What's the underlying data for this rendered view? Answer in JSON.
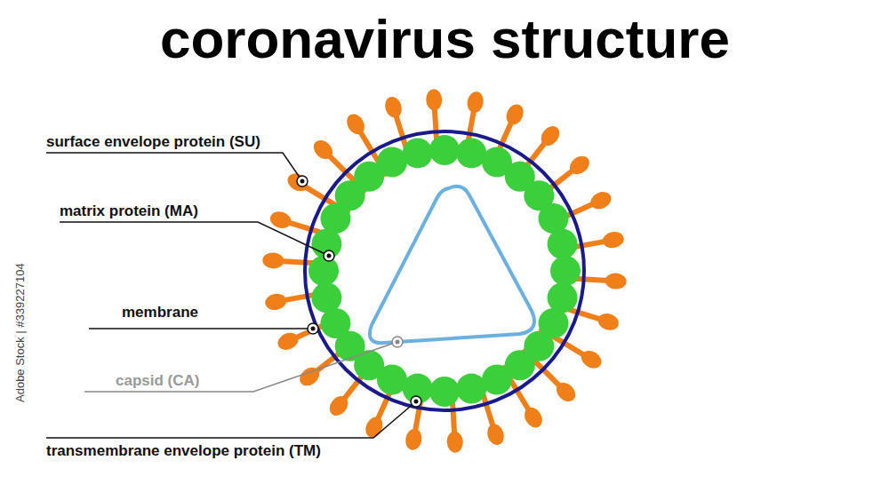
{
  "diagram": {
    "title": "coronavirus structure",
    "labels": [
      "surface envelope protein (SU)",
      "matrix protein (MA)",
      "membrane",
      "capsid (CA)",
      "transmembrane envelope protein (TM)",
      "Adobe Stock | #339227104"
    ]
  }
}
